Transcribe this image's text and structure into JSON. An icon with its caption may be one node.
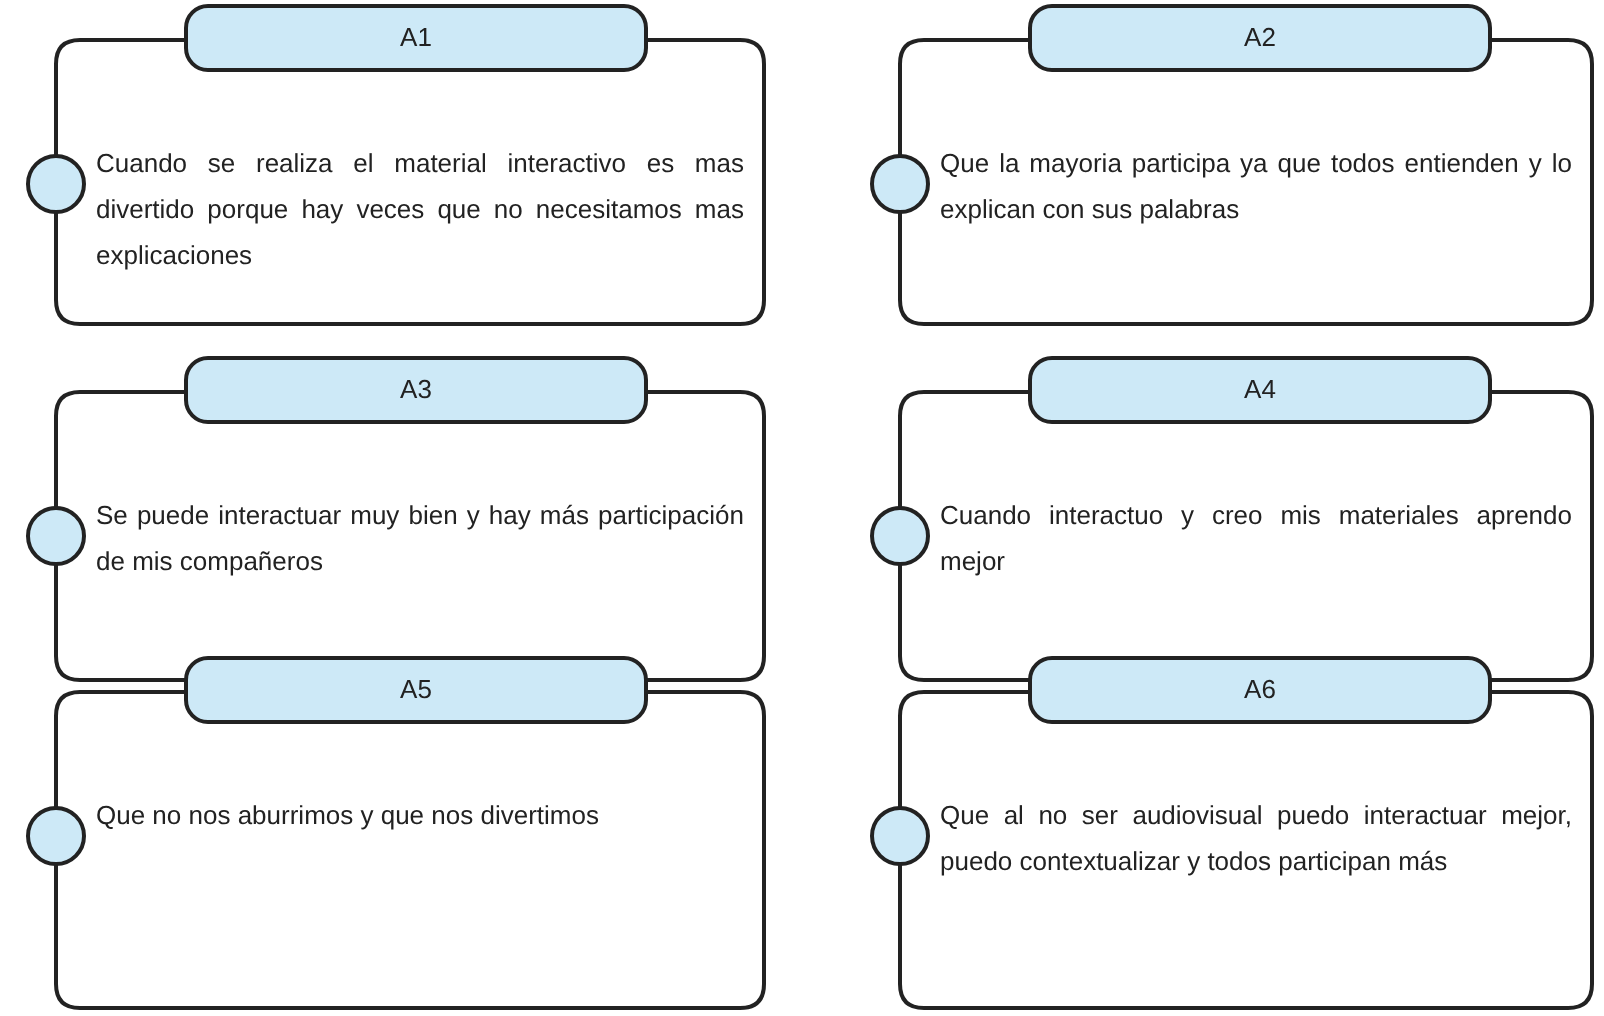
{
  "diagram": {
    "nodes": [
      {
        "text": [
          "Cuando se realiza el material interactivo es mas divertido porque hay veces que no necesitamos mas explicaciones"
        ]
      },
      {
        "text": [
          "A1"
        ]
      },
      {
        "text": [
          "Que la mayoria participa ya que todos entienden y lo explican con sus palabras"
        ]
      },
      {
        "text": [
          "A2"
        ]
      },
      {
        "text": [
          "Se puede interactuar muy bien y hay más participación de mis compañeros"
        ]
      },
      {
        "text": [
          "A3"
        ]
      },
      {
        "text": [
          "Cuando interactuo y creo mis materiales aprendo mejor"
        ]
      },
      {
        "text": [
          "A4"
        ]
      },
      {
        "text": [
          "Que no nos aburrimos y que nos divertimos"
        ]
      },
      {
        "text": [
          "A5"
        ]
      },
      {
        "text": [
          "Que al no ser audiovisual puedo interactuar mejor, puedo contextualizar y todos participan más"
        ]
      },
      {
        "text": [
          "A6"
        ]
      }
    ]
  }
}
